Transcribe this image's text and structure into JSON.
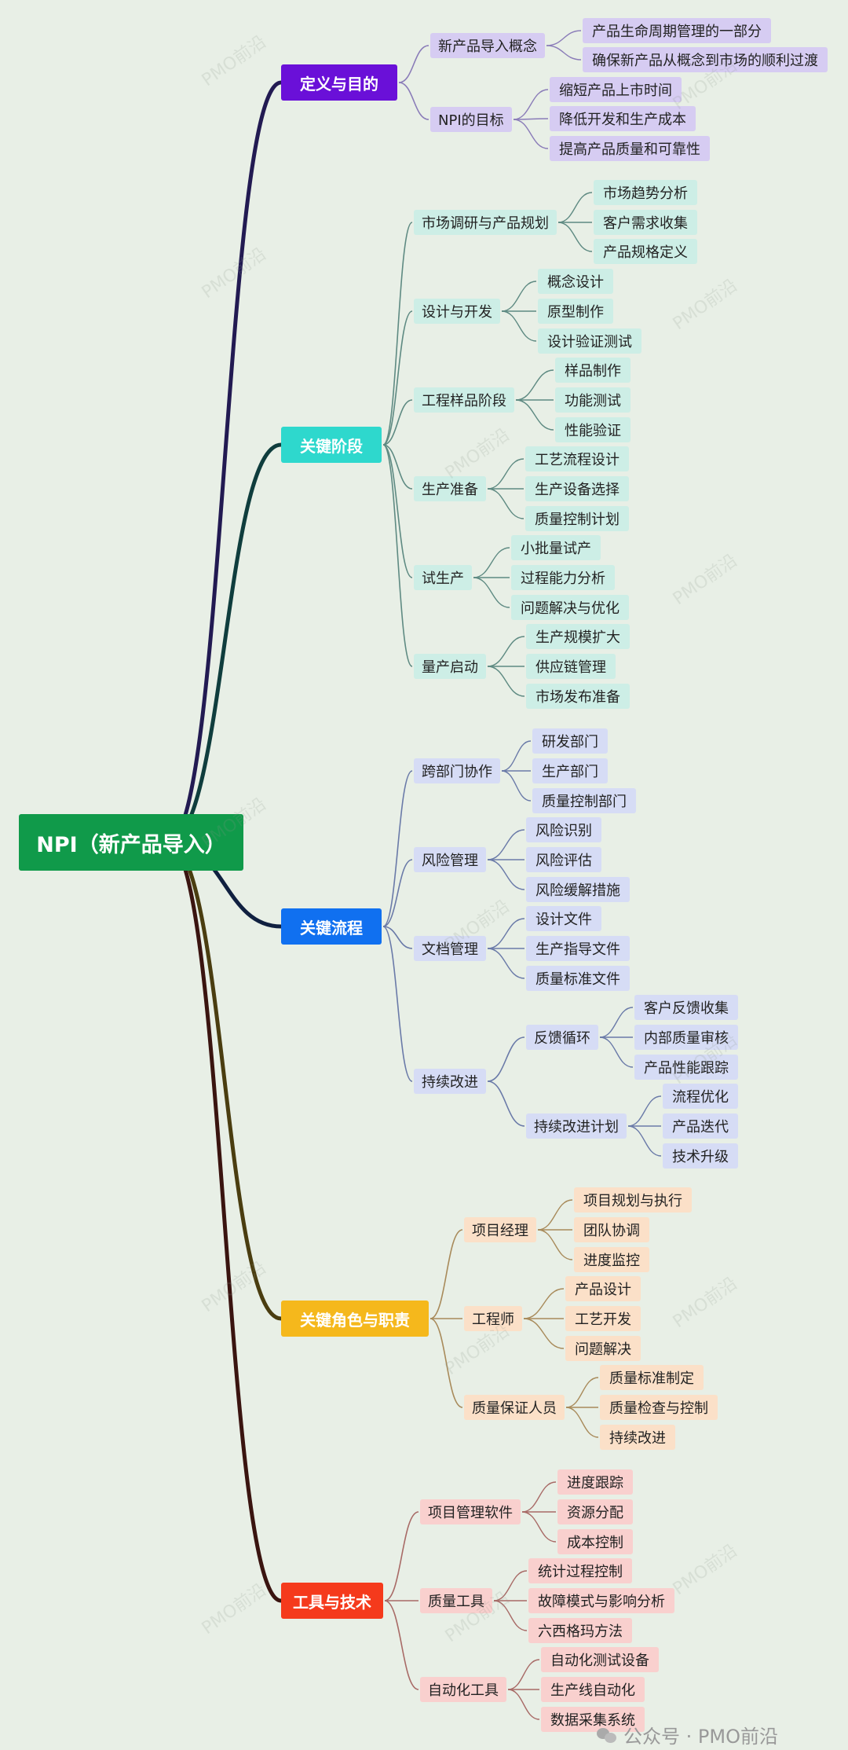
{
  "colors": {
    "background": "#e8efe6",
    "root": "#109a4a",
    "purple": "#6a10d8",
    "teal": "#2ed8cd",
    "blue": "#1070f0",
    "yellow": "#f5b81c",
    "red": "#f53a1c"
  },
  "mindmap": {
    "root": "NPI（新产品导入）",
    "branches": [
      {
        "label": "定义与目的",
        "children": [
          {
            "label": "新产品导入概念",
            "children": [
              "产品生命周期管理的一部分",
              "确保新产品从概念到市场的顺利过渡"
            ]
          },
          {
            "label": "NPI的目标",
            "children": [
              "缩短产品上市时间",
              "降低开发和生产成本",
              "提高产品质量和可靠性"
            ]
          }
        ]
      },
      {
        "label": "关键阶段",
        "children": [
          {
            "label": "市场调研与产品规划",
            "children": [
              "市场趋势分析",
              "客户需求收集",
              "产品规格定义"
            ]
          },
          {
            "label": "设计与开发",
            "children": [
              "概念设计",
              "原型制作",
              "设计验证测试"
            ]
          },
          {
            "label": "工程样品阶段",
            "children": [
              "样品制作",
              "功能测试",
              "性能验证"
            ]
          },
          {
            "label": "生产准备",
            "children": [
              "工艺流程设计",
              "生产设备选择",
              "质量控制计划"
            ]
          },
          {
            "label": "试生产",
            "children": [
              "小批量试产",
              "过程能力分析",
              "问题解决与优化"
            ]
          },
          {
            "label": "量产启动",
            "children": [
              "生产规模扩大",
              "供应链管理",
              "市场发布准备"
            ]
          }
        ]
      },
      {
        "label": "关键流程",
        "children": [
          {
            "label": "跨部门协作",
            "children": [
              "研发部门",
              "生产部门",
              "质量控制部门"
            ]
          },
          {
            "label": "风险管理",
            "children": [
              "风险识别",
              "风险评估",
              "风险缓解措施"
            ]
          },
          {
            "label": "文档管理",
            "children": [
              "设计文件",
              "生产指导文件",
              "质量标准文件"
            ]
          },
          {
            "label": "持续改进",
            "children": [
              {
                "label": "反馈循环",
                "children": [
                  "客户反馈收集",
                  "内部质量审核",
                  "产品性能跟踪"
                ]
              },
              {
                "label": "持续改进计划",
                "children": [
                  "流程优化",
                  "产品迭代",
                  "技术升级"
                ]
              }
            ]
          }
        ]
      },
      {
        "label": "关键角色与职责",
        "children": [
          {
            "label": "项目经理",
            "children": [
              "项目规划与执行",
              "团队协调",
              "进度监控"
            ]
          },
          {
            "label": "工程师",
            "children": [
              "产品设计",
              "工艺开发",
              "问题解决"
            ]
          },
          {
            "label": "质量保证人员",
            "children": [
              "质量标准制定",
              "质量检查与控制",
              "持续改进"
            ]
          }
        ]
      },
      {
        "label": "工具与技术",
        "children": [
          {
            "label": "项目管理软件",
            "children": [
              "进度跟踪",
              "资源分配",
              "成本控制"
            ]
          },
          {
            "label": "质量工具",
            "children": [
              "统计过程控制",
              "故障模式与影响分析",
              "六西格玛方法"
            ]
          },
          {
            "label": "自动化工具",
            "children": [
              "自动化测试设备",
              "生产线自动化",
              "数据采集系统"
            ]
          }
        ]
      }
    ]
  },
  "watermark": "PMO前沿",
  "footer": "公众号 · PMO前沿"
}
